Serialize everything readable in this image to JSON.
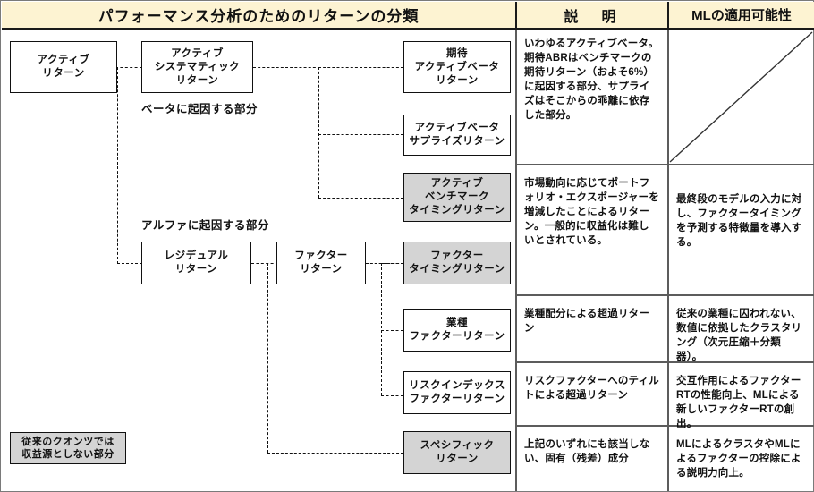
{
  "header": {
    "diagram_title": "パフォーマンス分析のためのリターンの分類",
    "description_title": "説　明",
    "ml_title": "MLの適用可能性"
  },
  "diagram": {
    "nodes": [
      {
        "id": "active-return",
        "label": "アクティブ\nリターン",
        "shaded": false
      },
      {
        "id": "active-systematic-return",
        "label": "アクティブ\nシステマティック\nリターン",
        "shaded": false
      },
      {
        "id": "expected-active-beta",
        "label": "期待\nアクティブベータ\nリターン",
        "shaded": false
      },
      {
        "id": "active-beta-surprise",
        "label": "アクティブベータ\nサプライズリターン",
        "shaded": false
      },
      {
        "id": "active-benchmark-timing",
        "label": "アクティブ\nベンチマーク\nタイミングリターン",
        "shaded": true
      },
      {
        "id": "residual-return",
        "label": "レジデュアル\nリターン",
        "shaded": false
      },
      {
        "id": "factor-return",
        "label": "ファクター\nリターン",
        "shaded": false
      },
      {
        "id": "factor-timing-return",
        "label": "ファクター\nタイミングリターン",
        "shaded": true
      },
      {
        "id": "industry-factor-return",
        "label": "業種\nファクターリターン",
        "shaded": false
      },
      {
        "id": "risk-index-factor-return",
        "label": "リスクインデックス\nファクターリターン",
        "shaded": false
      },
      {
        "id": "specific-return",
        "label": "スペシフィック\nリターン",
        "shaded": true
      },
      {
        "id": "legacy-quants-note",
        "label": "従来のクオンツでは\n収益源としない部分",
        "shaded": true
      }
    ],
    "labels": [
      {
        "id": "beta-attributable",
        "text": "ベータに起因する部分"
      },
      {
        "id": "alpha-attributable",
        "text": "アルファに起因する部分"
      }
    ]
  },
  "rows": [
    {
      "id": "row-active-beta",
      "description": "いわゆるアクティブベータ。期待ABRはベンチマークの期待リターン（およそ6%）に起因する部分、サプライズはそこからの乖離に依存した部分。",
      "ml": ""
    },
    {
      "id": "row-timing",
      "description": "市場動向に応じてポートフォリオ・エクスポージャーを増減したことによるリターン。一般的に収益化は難しいとされている。",
      "ml": "最終段のモデルの入力に対し、ファクタータイミングを予測する特徴量を導入する。"
    },
    {
      "id": "row-industry",
      "description": "業種配分による超過リターン",
      "ml": "従来の業種に囚われない、数値に依拠したクラスタリング（次元圧縮＋分類器）。"
    },
    {
      "id": "row-risk-index",
      "description": "リスクファクターへのティルトによる超過リターン",
      "ml": "交互作用によるファクターRTの性能向上、MLによる新しいファクターRTの創出。"
    },
    {
      "id": "row-specific",
      "description": "上記のいずれにも該当しない、固有（残差）成分",
      "ml": "MLによるクラスタやMLによるファクターの控除による説明力向上。"
    }
  ],
  "colors": {
    "header_background": "#fdf3d2",
    "shaded_box": "#d4d4d4",
    "border": "#111111",
    "rule": "#5c5c5c"
  }
}
